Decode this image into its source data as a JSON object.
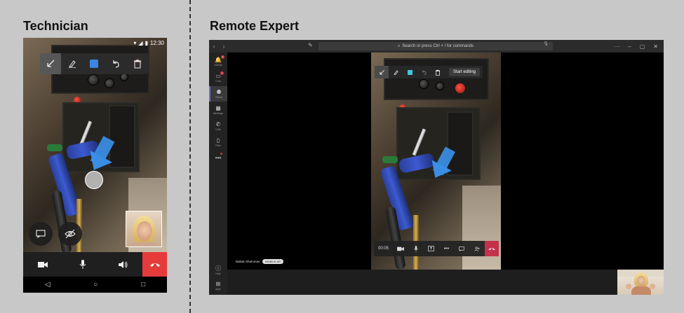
{
  "labels": {
    "technician": "Technician",
    "remote_expert": "Remote Expert"
  },
  "phone": {
    "status_time": "12:30",
    "ink_toolbar": {
      "tools": [
        "arrow-pen-icon",
        "freehand-pen-icon",
        "color-swatch",
        "undo-icon",
        "trash-icon"
      ],
      "swatch_color": "#3a86e0"
    },
    "call_bar": {
      "end_color": "#e63b3b"
    }
  },
  "teams": {
    "search_placeholder": "Search or press Ctrl + / for commands",
    "rail": [
      {
        "label": "Activity",
        "icon": "bell-icon",
        "badge": "2"
      },
      {
        "label": "Chat",
        "icon": "chat-icon",
        "badge": "1"
      },
      {
        "label": "Teams",
        "icon": "teams-icon",
        "badge": ""
      },
      {
        "label": "Meetings",
        "icon": "calendar-icon",
        "badge": ""
      },
      {
        "label": "Calls",
        "icon": "phone-icon",
        "badge": ""
      },
      {
        "label": "Files",
        "icon": "file-icon",
        "badge": ""
      },
      {
        "label": "",
        "icon": "more-icon",
        "badge": ""
      }
    ],
    "rail_bottom": [
      {
        "label": "Help",
        "icon": "help-icon"
      },
      {
        "label": "Apps",
        "icon": "apps-icon"
      }
    ],
    "annotation_toolbar": {
      "start_editing": "Start editing",
      "swatch_color": "#3ec6d8"
    },
    "call_controls": {
      "timer": "00:05",
      "end_color": "#c4314b"
    },
    "participant": {
      "name": "Babak Shammas",
      "badge": "MOBILE AR"
    }
  }
}
